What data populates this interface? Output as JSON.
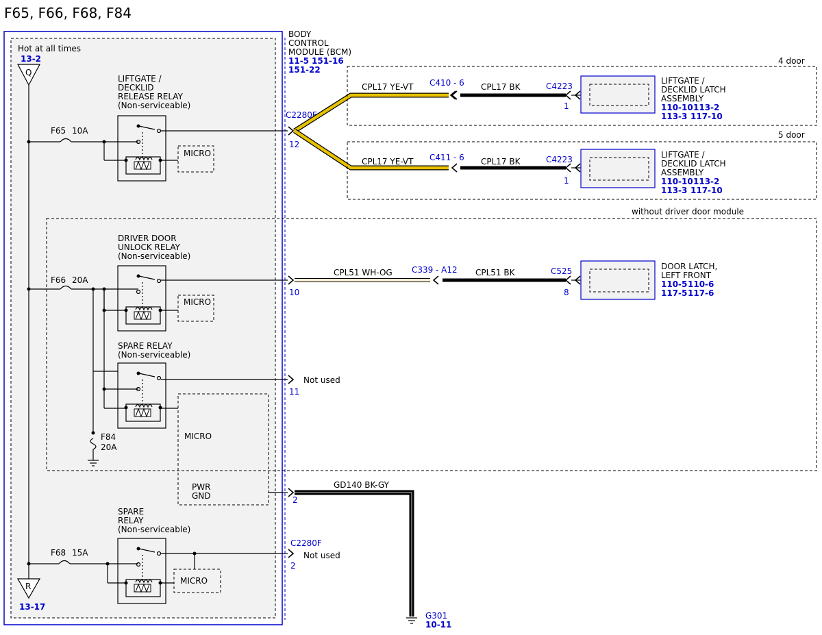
{
  "title": "F65, F66, F68, F84",
  "power": {
    "hot_label": "Hot at all times",
    "top_connector": {
      "letter": "Q",
      "ref": "13-2"
    },
    "bottom_connector": {
      "letter": "R",
      "ref": "13-17"
    }
  },
  "bcm": {
    "lines": [
      "BODY",
      "CONTROL",
      "MODULE (BCM)"
    ],
    "refs_line1": [
      "11-5",
      "151-16"
    ],
    "refs_line2": [
      "151-22"
    ],
    "connector_e": "C2280E",
    "connector_f": "C2280F"
  },
  "fuses": [
    {
      "id": "F65",
      "rating": "10A"
    },
    {
      "id": "F66",
      "rating": "20A"
    },
    {
      "id": "F84",
      "rating": "20A"
    },
    {
      "id": "F68",
      "rating": "15A"
    }
  ],
  "relays": [
    {
      "lines": [
        "LIFTGATE /",
        "DECKLID",
        "RELEASE RELAY",
        "(Non-serviceable)"
      ]
    },
    {
      "lines": [
        "DRIVER DOOR",
        "UNLOCK RELAY",
        "(Non-serviceable)"
      ]
    },
    {
      "lines": [
        "SPARE RELAY",
        "(Non-serviceable)"
      ]
    },
    {
      "lines": [
        "SPARE",
        "RELAY",
        "(Non-serviceable)"
      ]
    }
  ],
  "micro_label": "MICRO",
  "pwr_gnd": [
    "PWR",
    "GND"
  ],
  "pins": {
    "liftgate": "12",
    "door": "10",
    "spare": "11",
    "gnd": "2",
    "spare2": "2"
  },
  "not_used": "Not used",
  "variants": {
    "four_door": "4 door",
    "five_door": "5 door",
    "no_ddm": "without driver door module"
  },
  "circuits": {
    "liftgate_4": {
      "wire1": "CPL17  YE-VT",
      "conn": "C410",
      "conn_pin": "- 6",
      "wire2": "CPL17  BK",
      "comp_conn": "C4223",
      "comp_pin": "1"
    },
    "liftgate_5": {
      "wire1": "CPL17  YE-VT",
      "conn": "C411",
      "conn_pin": "- 6",
      "wire2": "CPL17  BK",
      "comp_conn": "C4223",
      "comp_pin": "1"
    },
    "door": {
      "wire1": "CPL51  WH-OG",
      "conn": "C339",
      "conn_pin": "- A12",
      "wire2": "CPL51  BK",
      "comp_conn": "C525",
      "comp_pin": "8"
    },
    "ground": {
      "wire": "GD140  BK-GY",
      "ground_id": "G301",
      "ground_ref": "10-11"
    }
  },
  "components": {
    "liftgate_latch": {
      "lines": [
        "LIFTGATE /",
        "DECKLID LATCH",
        "ASSEMBLY"
      ],
      "refs1": [
        "110-10",
        "113-2"
      ],
      "refs2": [
        "113-3",
        "117-10"
      ]
    },
    "door_latch": {
      "lines": [
        "DOOR LATCH,",
        "LEFT FRONT"
      ],
      "refs1": [
        "110-5",
        "110-6"
      ],
      "refs2": [
        "117-5",
        "117-6"
      ]
    }
  },
  "colors": {
    "yellow_wire": "#e8c200",
    "blue": "#0000cc",
    "module_fill": "#f2f2f2"
  }
}
